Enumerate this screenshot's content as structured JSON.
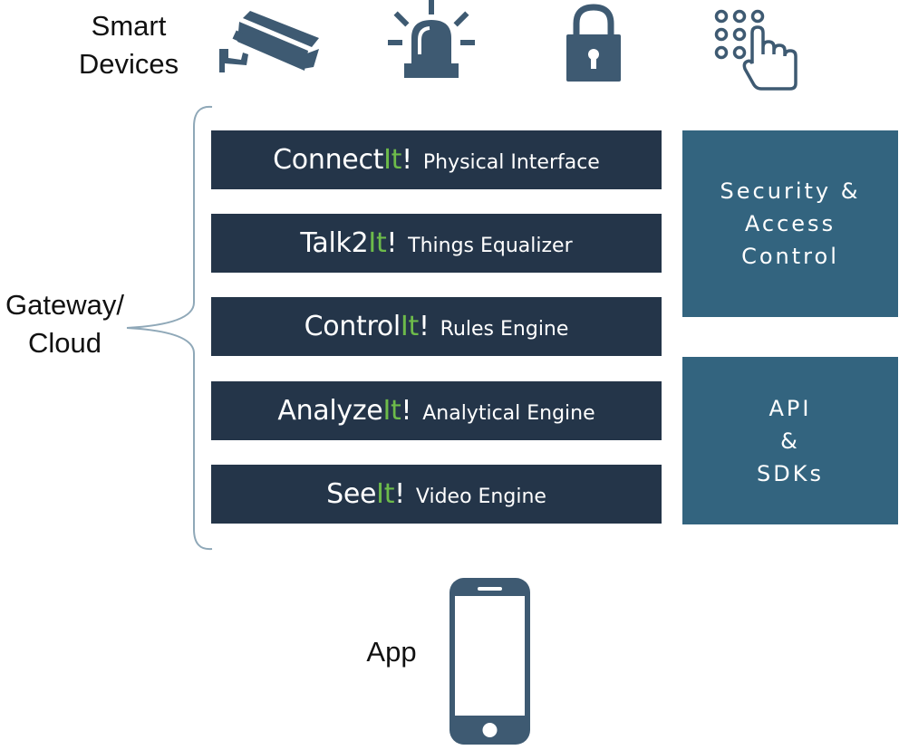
{
  "smart_devices": {
    "label_line1": "Smart",
    "label_line2": "Devices",
    "icons": [
      "camera-icon",
      "alarm-light-icon",
      "lock-icon",
      "keypad-icon"
    ]
  },
  "gateway": {
    "label_line1": "Gateway/",
    "label_line2": "Cloud"
  },
  "layers": [
    {
      "prefix": "Connect",
      "suffix": "It",
      "bang": "!",
      "desc": "Physical Interface"
    },
    {
      "prefix": "Talk2",
      "suffix": "It",
      "bang": "!",
      "desc": "Things Equalizer"
    },
    {
      "prefix": "Control",
      "suffix": "It",
      "bang": "!",
      "desc": "Rules Engine"
    },
    {
      "prefix": "Analyze",
      "suffix": "It",
      "bang": "!",
      "desc": "Analytical Engine"
    },
    {
      "prefix": "See",
      "suffix": "It",
      "bang": "!",
      "desc": "Video Engine"
    }
  ],
  "side_boxes": {
    "security": {
      "line1": "Security &",
      "line2": "Access",
      "line3": "Control"
    },
    "api": {
      "line1": "API",
      "line2": "&",
      "line3": "SDKs"
    }
  },
  "app": {
    "label": "App",
    "icon": "smartphone-icon"
  },
  "colors": {
    "layer_bg": "#243549",
    "side_bg": "#33647f",
    "icon": "#3e5a72",
    "accent_green": "#6dbb4a",
    "brace": "#8fa8b8"
  }
}
